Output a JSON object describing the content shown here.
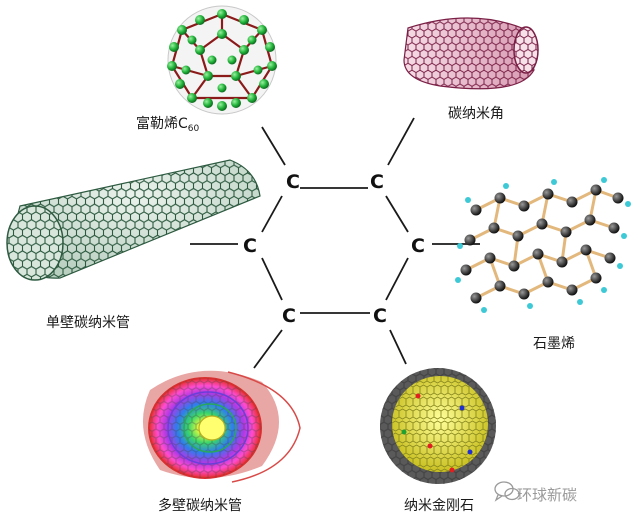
{
  "center": {
    "atoms": [
      "C",
      "C",
      "C",
      "C",
      "C",
      "C"
    ]
  },
  "molecules": {
    "fullerene": {
      "name": "富勒烯C",
      "sub": "60",
      "ball_color": "#22b43a",
      "bond_color": "#8b1a1a"
    },
    "nanohorn": {
      "name": "碳纳米角",
      "color": "#a0305a"
    },
    "swcnt": {
      "name": "单壁碳纳米管",
      "color": "#4f7a5e"
    },
    "graphene": {
      "name": "石墨烯",
      "atom_color": "#2a2a2a",
      "bond_color": "#e3b87d",
      "edge_color": "#3ec9d6"
    },
    "mwcnt": {
      "name": "多壁碳纳米管"
    },
    "nanodiamond": {
      "name": "纳米金刚石",
      "core_color": "#e8e43a",
      "shell_color": "#555555"
    }
  },
  "watermark": {
    "text": "环球新碳",
    "icon": "wechat-icon"
  }
}
